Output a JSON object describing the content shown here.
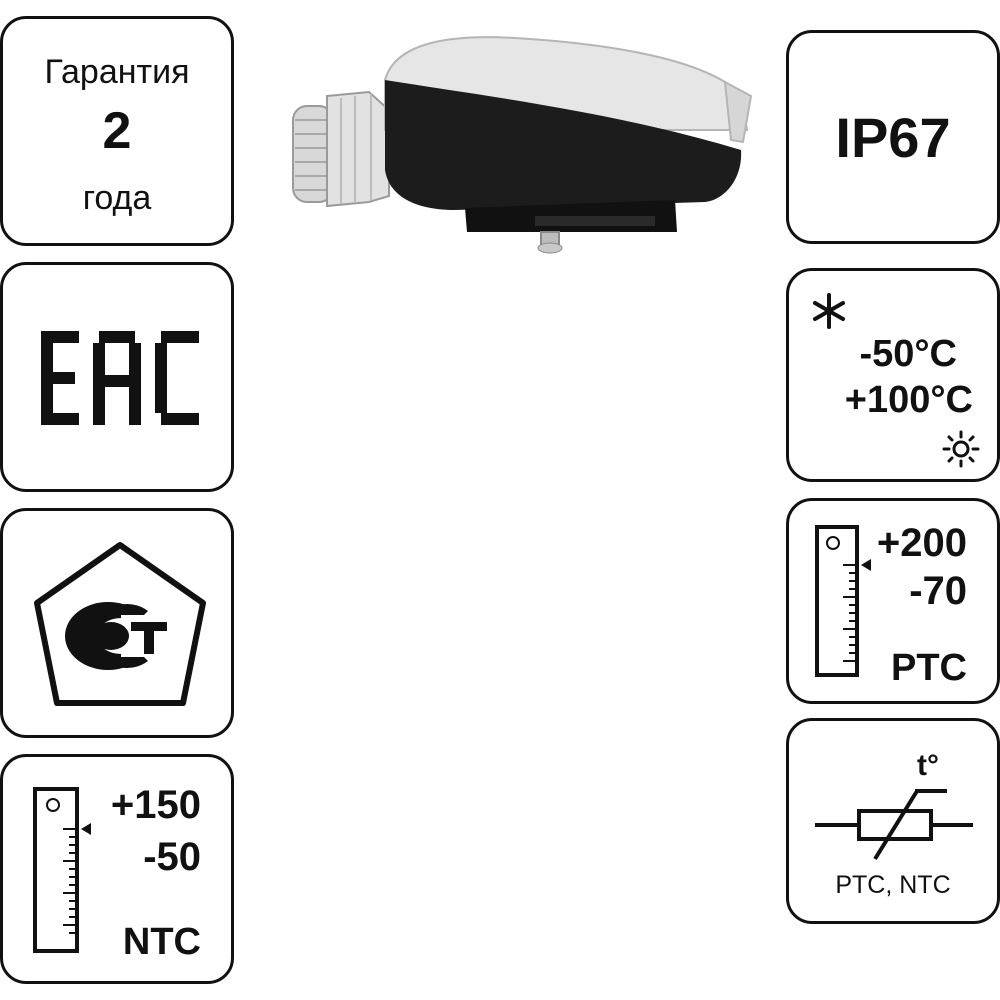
{
  "warranty": {
    "line1": "Гарантия",
    "line2": "2",
    "line3": "года"
  },
  "eac": {
    "mark": "EAC"
  },
  "gost": {
    "icon": "gost-certification-mark"
  },
  "ntc_range": {
    "max": "+150",
    "min": "-50",
    "type": "NTC",
    "icon": "thermometer-scale-icon"
  },
  "ip_rating": {
    "value": "IP67"
  },
  "temperature_range": {
    "min": "-50°C",
    "max": "+100°C",
    "cold_icon": "snowflake-icon",
    "hot_icon": "sun-icon"
  },
  "ptc_range": {
    "max": "+200",
    "min": "-70",
    "type": "PTC",
    "icon": "thermometer-scale-icon"
  },
  "thermistor": {
    "symbol_label": "t°",
    "caption": "PTC, NTC",
    "icon": "thermistor-symbol-icon"
  },
  "product": {
    "image": "temperature-sensor-housing"
  }
}
